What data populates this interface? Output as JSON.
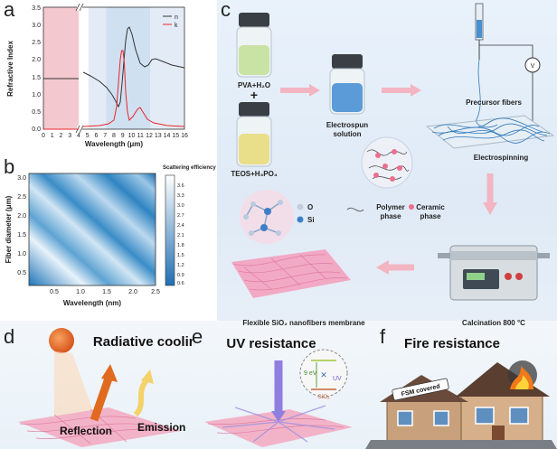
{
  "panel_a": {
    "label": "a",
    "ylabel": "Refractive Index",
    "xlabel": "Wavelength (μm)",
    "legend": [
      "n",
      "k"
    ],
    "x_ticks": [
      "0",
      "1",
      "2",
      "3",
      "4",
      "5",
      "6",
      "7",
      "8",
      "9",
      "10",
      "11",
      "12",
      "13",
      "14",
      "15",
      "16"
    ],
    "y_ticks": [
      "0.0",
      "0.5",
      "1.0",
      "1.5",
      "2.0",
      "2.5",
      "3.0",
      "3.5"
    ],
    "colors": {
      "n": "#333333",
      "k": "#e8262b",
      "shade_pink": "#f3c9cf",
      "shade_blue": "#cfe0f1"
    }
  },
  "panel_b": {
    "label": "b",
    "ylabel": "Fiber diameter (μm)",
    "xlabel": "Wavelength (nm)",
    "colorbar_title": "Scattering efficiency",
    "x_ticks": [
      "0.5",
      "1.0",
      "1.5",
      "2.0",
      "2.5"
    ],
    "y_ticks": [
      "0.5",
      "1.0",
      "1.5",
      "2.0",
      "2.5",
      "3.0"
    ],
    "colorbar_ticks": [
      "3.6",
      "3.3",
      "3.0",
      "2.7",
      "2.4",
      "2.1",
      "1.8",
      "1.5",
      "1.2",
      "0.9",
      "0.6"
    ]
  },
  "panel_c": {
    "label": "c",
    "pva": "PVA+H₂O",
    "plus": "+",
    "teos": "TEOS+H₃PO₄",
    "electrospun": "Electrospun solution",
    "electrospun_l1": "Electrospun",
    "electrospun_l2": "solution",
    "precursor": "Precursor fibers",
    "electrospinning": "Electrospinning",
    "polymer_l1": "Polymer",
    "polymer_l2": "phase",
    "ceramic_l1": "Ceramic",
    "ceramic_l2": "phase",
    "atom_o": "O",
    "atom_si": "Si",
    "calcination": "Calcination 800 °C",
    "membrane": "Flexible SiO₂ nanofibers membrane",
    "voltage_symbol": "V"
  },
  "panel_d": {
    "label": "d",
    "title": "Radiative cooling",
    "reflection": "Reflection",
    "emission": "Emission"
  },
  "panel_e": {
    "label": "e",
    "title": "UV resistance",
    "gap": "9 eV",
    "uv": "UV",
    "sio2": "SiO₂"
  },
  "panel_f": {
    "label": "f",
    "title": "Fire resistance",
    "sign": "FSM covered"
  }
}
